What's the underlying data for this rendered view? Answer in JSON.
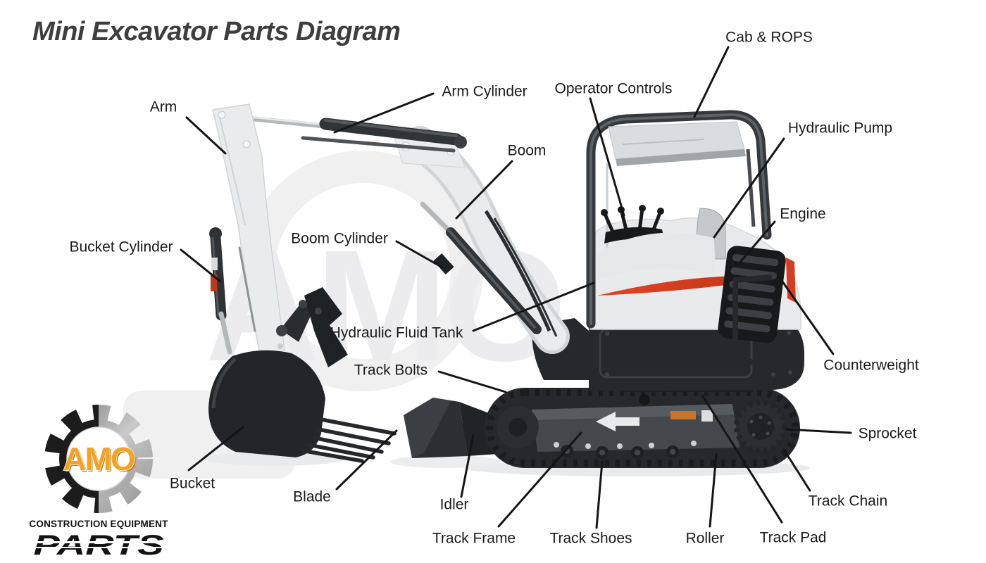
{
  "title": "Mini Excavator Parts Diagram",
  "parts": [
    {
      "label": "Arm"
    },
    {
      "label": "Arm Cylinder"
    },
    {
      "label": "Operator Controls"
    },
    {
      "label": "Cab & ROPS"
    },
    {
      "label": "Hydraulic Pump"
    },
    {
      "label": "Boom"
    },
    {
      "label": "Engine"
    },
    {
      "label": "Bucket Cylinder"
    },
    {
      "label": "Boom Cylinder"
    },
    {
      "label": "Hydraulic Fluid Tank"
    },
    {
      "label": "Counterweight"
    },
    {
      "label": "Track Bolts"
    },
    {
      "label": "Sprocket"
    },
    {
      "label": "Bucket"
    },
    {
      "label": "Blade"
    },
    {
      "label": "Idler"
    },
    {
      "label": "Track Chain"
    },
    {
      "label": "Track Frame"
    },
    {
      "label": "Track Shoes"
    },
    {
      "label": "Roller"
    },
    {
      "label": "Track Pad"
    }
  ],
  "logo": {
    "monogram": "AMO",
    "tagline": "CONSTRUCTION EQUIPMENT",
    "name": "PARTS"
  },
  "watermark": {
    "text": "AMO"
  },
  "colors": {
    "accent_red": "#d84323",
    "logo_orange": "#f2a227",
    "label_text": "#1a1a1a",
    "title_text": "#3e3e3e",
    "machine_white": "#e9ebed",
    "machine_dark": "#26282b"
  }
}
